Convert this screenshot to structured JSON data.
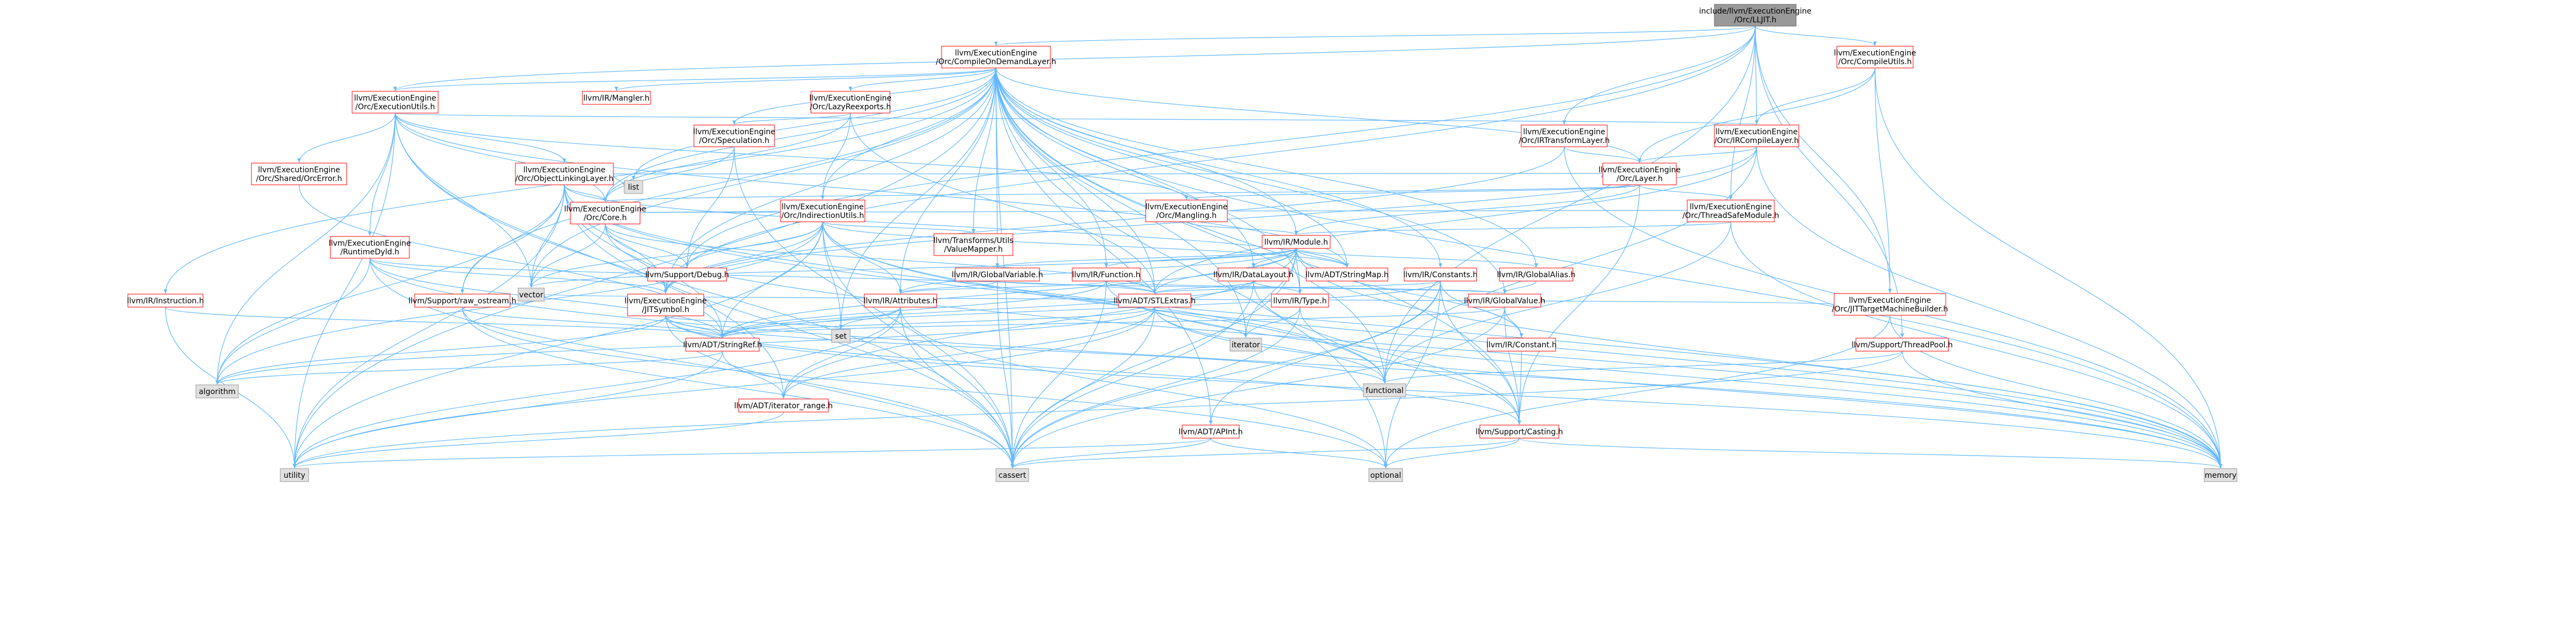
{
  "title": "include/llvm/ExecutionEngine/Orc/LLJIT.h",
  "colors": {
    "edge": "#63b8ff",
    "root_fill": "#999999",
    "red_border": "#ff0000",
    "gray_fill": "#e0e0e0"
  },
  "nodes": [
    {
      "id": "root",
      "kind": "root",
      "lines": [
        "include/llvm/ExecutionEngine",
        "/Orc/LLJIT.h"
      ]
    },
    {
      "id": "codl",
      "kind": "red",
      "lines": [
        "llvm/ExecutionEngine",
        "/Orc/CompileOnDemandLayer.h"
      ]
    },
    {
      "id": "compileutils",
      "kind": "red",
      "lines": [
        "llvm/ExecutionEngine",
        "/Orc/CompileUtils.h"
      ]
    },
    {
      "id": "executionutils",
      "kind": "red",
      "lines": [
        "llvm/ExecutionEngine",
        "/Orc/ExecutionUtils.h"
      ]
    },
    {
      "id": "mangler",
      "kind": "red",
      "lines": [
        "llvm/IR/Mangler.h"
      ]
    },
    {
      "id": "lazyreexports",
      "kind": "red",
      "lines": [
        "llvm/ExecutionEngine",
        "/Orc/LazyReexports.h"
      ]
    },
    {
      "id": "speculation",
      "kind": "red",
      "lines": [
        "llvm/ExecutionEngine",
        "/Orc/Speculation.h"
      ]
    },
    {
      "id": "irtransform",
      "kind": "red",
      "lines": [
        "llvm/ExecutionEngine",
        "/Orc/IRTransformLayer.h"
      ]
    },
    {
      "id": "ircompile",
      "kind": "red",
      "lines": [
        "llvm/ExecutionEngine",
        "/Orc/IRCompileLayer.h"
      ]
    },
    {
      "id": "sharedorcerror",
      "kind": "red",
      "lines": [
        "llvm/ExecutionEngine",
        "/Orc/Shared/OrcError.h"
      ]
    },
    {
      "id": "objectlinking",
      "kind": "red",
      "lines": [
        "llvm/ExecutionEngine",
        "/Orc/ObjectLinkingLayer.h"
      ]
    },
    {
      "id": "layer",
      "kind": "red",
      "lines": [
        "llvm/ExecutionEngine",
        "/Orc/Layer.h"
      ]
    },
    {
      "id": "mangling",
      "kind": "red",
      "lines": [
        "llvm/ExecutionEngine",
        "/Orc/Mangling.h"
      ]
    },
    {
      "id": "list",
      "kind": "gray",
      "lines": [
        "list"
      ]
    },
    {
      "id": "indirection",
      "kind": "red",
      "lines": [
        "llvm/ExecutionEngine",
        "/Orc/IndirectionUtils.h"
      ]
    },
    {
      "id": "threadsafe",
      "kind": "red",
      "lines": [
        "llvm/ExecutionEngine",
        "/Orc/ThreadSafeModule.h"
      ]
    },
    {
      "id": "jtmb",
      "kind": "red",
      "lines": [
        "llvm/ExecutionEngine",
        "/Orc/JITTargetMachineBuilder.h"
      ]
    },
    {
      "id": "core",
      "kind": "red",
      "lines": [
        "llvm/ExecutionEngine",
        "/Orc/Core.h"
      ]
    },
    {
      "id": "valuemapper",
      "kind": "red",
      "lines": [
        "llvm/Transforms/Utils",
        "/ValueMapper.h"
      ]
    },
    {
      "id": "irmodule",
      "kind": "red",
      "lines": [
        "llvm/IR/Module.h"
      ]
    },
    {
      "id": "vector",
      "kind": "gray",
      "lines": [
        "vector"
      ]
    },
    {
      "id": "runtimedyld",
      "kind": "red",
      "lines": [
        "llvm/ExecutionEngine",
        "/RuntimeDyld.h"
      ]
    },
    {
      "id": "supportdebug",
      "kind": "red",
      "lines": [
        "llvm/Support/Debug.h"
      ]
    },
    {
      "id": "globalvariable",
      "kind": "red",
      "lines": [
        "llvm/IR/GlobalVariable.h"
      ]
    },
    {
      "id": "function",
      "kind": "red",
      "lines": [
        "llvm/IR/Function.h"
      ]
    },
    {
      "id": "datalayout",
      "kind": "red",
      "lines": [
        "llvm/IR/DataLayout.h"
      ]
    },
    {
      "id": "stringmap",
      "kind": "red",
      "lines": [
        "llvm/ADT/StringMap.h"
      ]
    },
    {
      "id": "constants",
      "kind": "red",
      "lines": [
        "llvm/IR/Constants.h"
      ]
    },
    {
      "id": "globalalias",
      "kind": "red",
      "lines": [
        "llvm/IR/GlobalAlias.h"
      ]
    },
    {
      "id": "instruction",
      "kind": "red",
      "lines": [
        "llvm/IR/Instruction.h"
      ]
    },
    {
      "id": "rawostream",
      "kind": "red",
      "lines": [
        "llvm/Support/raw_ostream.h"
      ]
    },
    {
      "id": "jitsymbol",
      "kind": "red",
      "lines": [
        "llvm/ExecutionEngine",
        "/JITSymbol.h"
      ]
    },
    {
      "id": "attributes",
      "kind": "red",
      "lines": [
        "llvm/IR/Attributes.h"
      ]
    },
    {
      "id": "stlextras",
      "kind": "red",
      "lines": [
        "llvm/ADT/STLExtras.h"
      ]
    },
    {
      "id": "irtype",
      "kind": "red",
      "lines": [
        "llvm/IR/Type.h"
      ]
    },
    {
      "id": "globalvalue",
      "kind": "red",
      "lines": [
        "llvm/IR/GlobalValue.h"
      ]
    },
    {
      "id": "threadpool",
      "kind": "red",
      "lines": [
        "llvm/Support/ThreadPool.h"
      ]
    },
    {
      "id": "set",
      "kind": "gray",
      "lines": [
        "set"
      ]
    },
    {
      "id": "stringref",
      "kind": "red",
      "lines": [
        "llvm/ADT/StringRef.h"
      ]
    },
    {
      "id": "iterator",
      "kind": "gray",
      "lines": [
        "iterator"
      ]
    },
    {
      "id": "irconstant",
      "kind": "red",
      "lines": [
        "llvm/IR/Constant.h"
      ]
    },
    {
      "id": "functional",
      "kind": "gray",
      "lines": [
        "functional"
      ]
    },
    {
      "id": "algorithm",
      "kind": "gray",
      "lines": [
        "algorithm"
      ]
    },
    {
      "id": "iteratorrange",
      "kind": "red",
      "lines": [
        "llvm/ADT/iterator_range.h"
      ]
    },
    {
      "id": "apint",
      "kind": "red",
      "lines": [
        "llvm/ADT/APInt.h"
      ]
    },
    {
      "id": "casting",
      "kind": "red",
      "lines": [
        "llvm/Support/Casting.h"
      ]
    },
    {
      "id": "utility",
      "kind": "gray",
      "lines": [
        "utility"
      ]
    },
    {
      "id": "cassert",
      "kind": "gray",
      "lines": [
        "cassert"
      ]
    },
    {
      "id": "optional",
      "kind": "gray",
      "lines": [
        "optional"
      ]
    },
    {
      "id": "memory",
      "kind": "gray",
      "lines": [
        "memory"
      ]
    }
  ]
}
